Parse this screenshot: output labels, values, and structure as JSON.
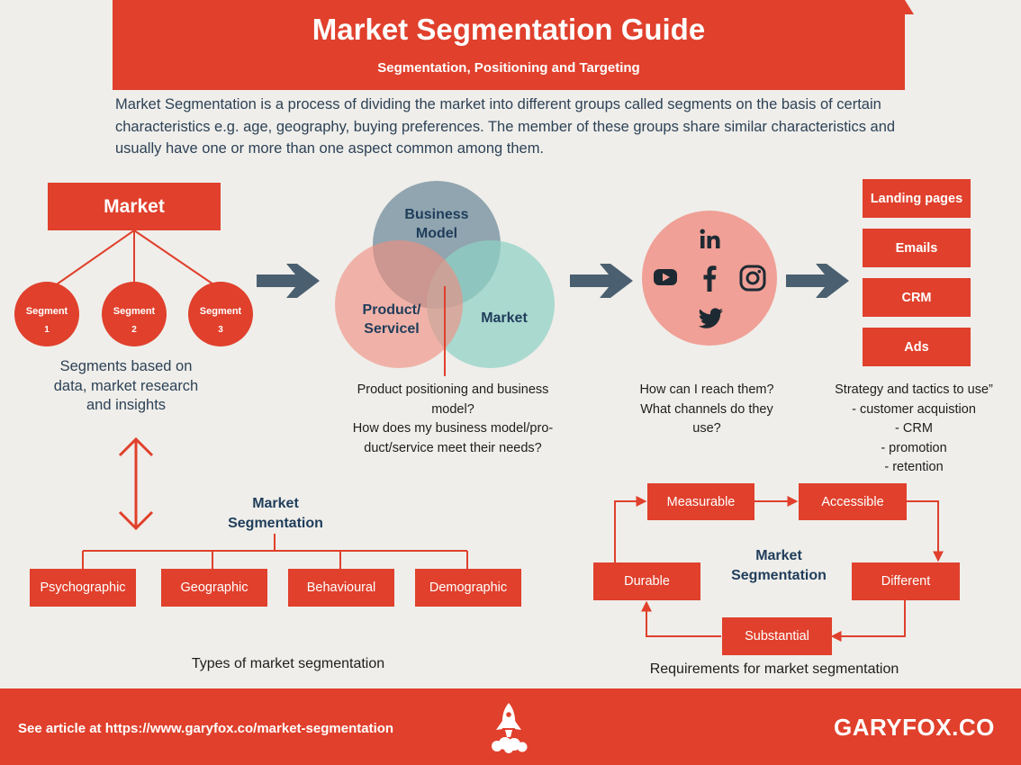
{
  "header": {
    "title": "Market Segmentation Guide",
    "subtitle": "Segmentation, Positioning and Targeting"
  },
  "intro": "Market Segmentation is a process of dividing the market into different groups called segments on the basis of certain characteristics e.g. age, geography, buying preferences. The member of these groups share similar characteristics and usually have one or more than one aspect common among them.",
  "market": {
    "label": "Market",
    "segments": [
      {
        "label": "Segment",
        "num": "1"
      },
      {
        "label": "Segment",
        "num": "2"
      },
      {
        "label": "Segment",
        "num": "3"
      }
    ],
    "caption": [
      "Segments based on",
      "data, market research",
      "and insights"
    ]
  },
  "venn": {
    "business": [
      "Business",
      "Model"
    ],
    "product": [
      "Product/",
      "Servicel"
    ],
    "market": "Market",
    "caption": [
      "Product positioning and business",
      "model?",
      "How does my business model/pro-",
      "duct/service meet their needs?"
    ]
  },
  "channels": {
    "caption": [
      "How can I reach them?",
      "What channels do they",
      "use?"
    ]
  },
  "tactics": {
    "items": [
      "Landing pages",
      "Emails",
      "CRM",
      "Ads"
    ],
    "caption": [
      "Strategy and tactics to use”",
      "- customer acquistion",
      "- CRM",
      "- promotion",
      "- retention"
    ]
  },
  "types": {
    "title": [
      "Market",
      "Segmentation"
    ],
    "items": [
      "Psychographic",
      "Geographic",
      "Behavioural",
      "Demographic"
    ],
    "caption": "Types of market segmentation"
  },
  "requirements": {
    "title": [
      "Market",
      "Segmentation"
    ],
    "measurable": "Measurable",
    "accessible": "Accessible",
    "different": "Different",
    "substantial": "Substantial",
    "durable": "Durable",
    "caption": "Requirements for market segmentation"
  },
  "footer": {
    "link": "See article at https://www.garyfox.co/market-segmentation",
    "brand": "GARYFOX.CO"
  },
  "colors": {
    "accent_red": "#e0402c",
    "navy": "#1f3d5b",
    "arrow_gray": "#4a6070",
    "background": "#efeeea"
  }
}
